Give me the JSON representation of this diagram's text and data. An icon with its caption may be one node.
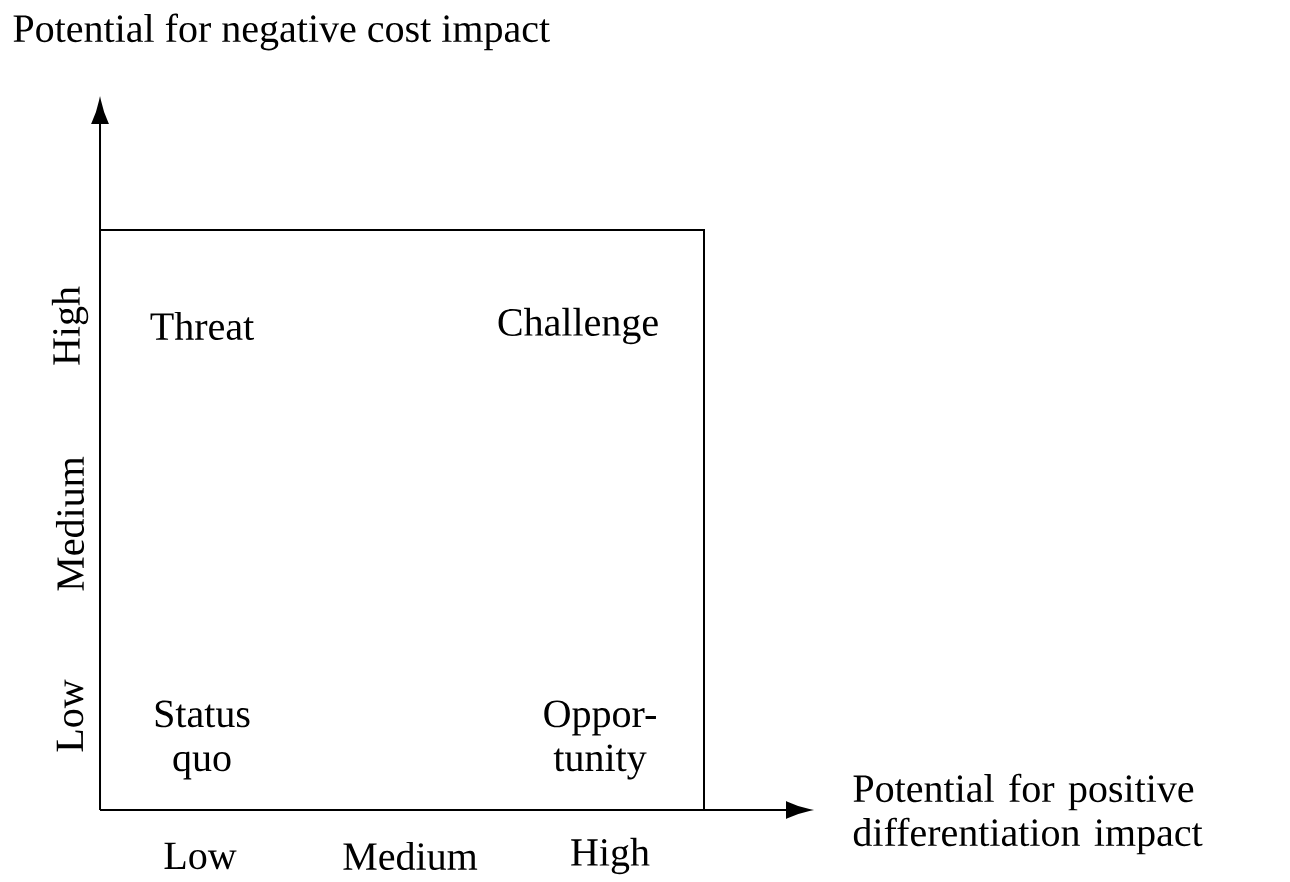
{
  "diagram": {
    "labels": [
      "Potential for negative cost impact",
      "High",
      "Threat",
      "Challenge",
      "Medium",
      "Status quo",
      "Low",
      "Oppor- tunity",
      "Potential for positive differentiation impact",
      "Low",
      "Medium",
      "High"
    ]
  }
}
